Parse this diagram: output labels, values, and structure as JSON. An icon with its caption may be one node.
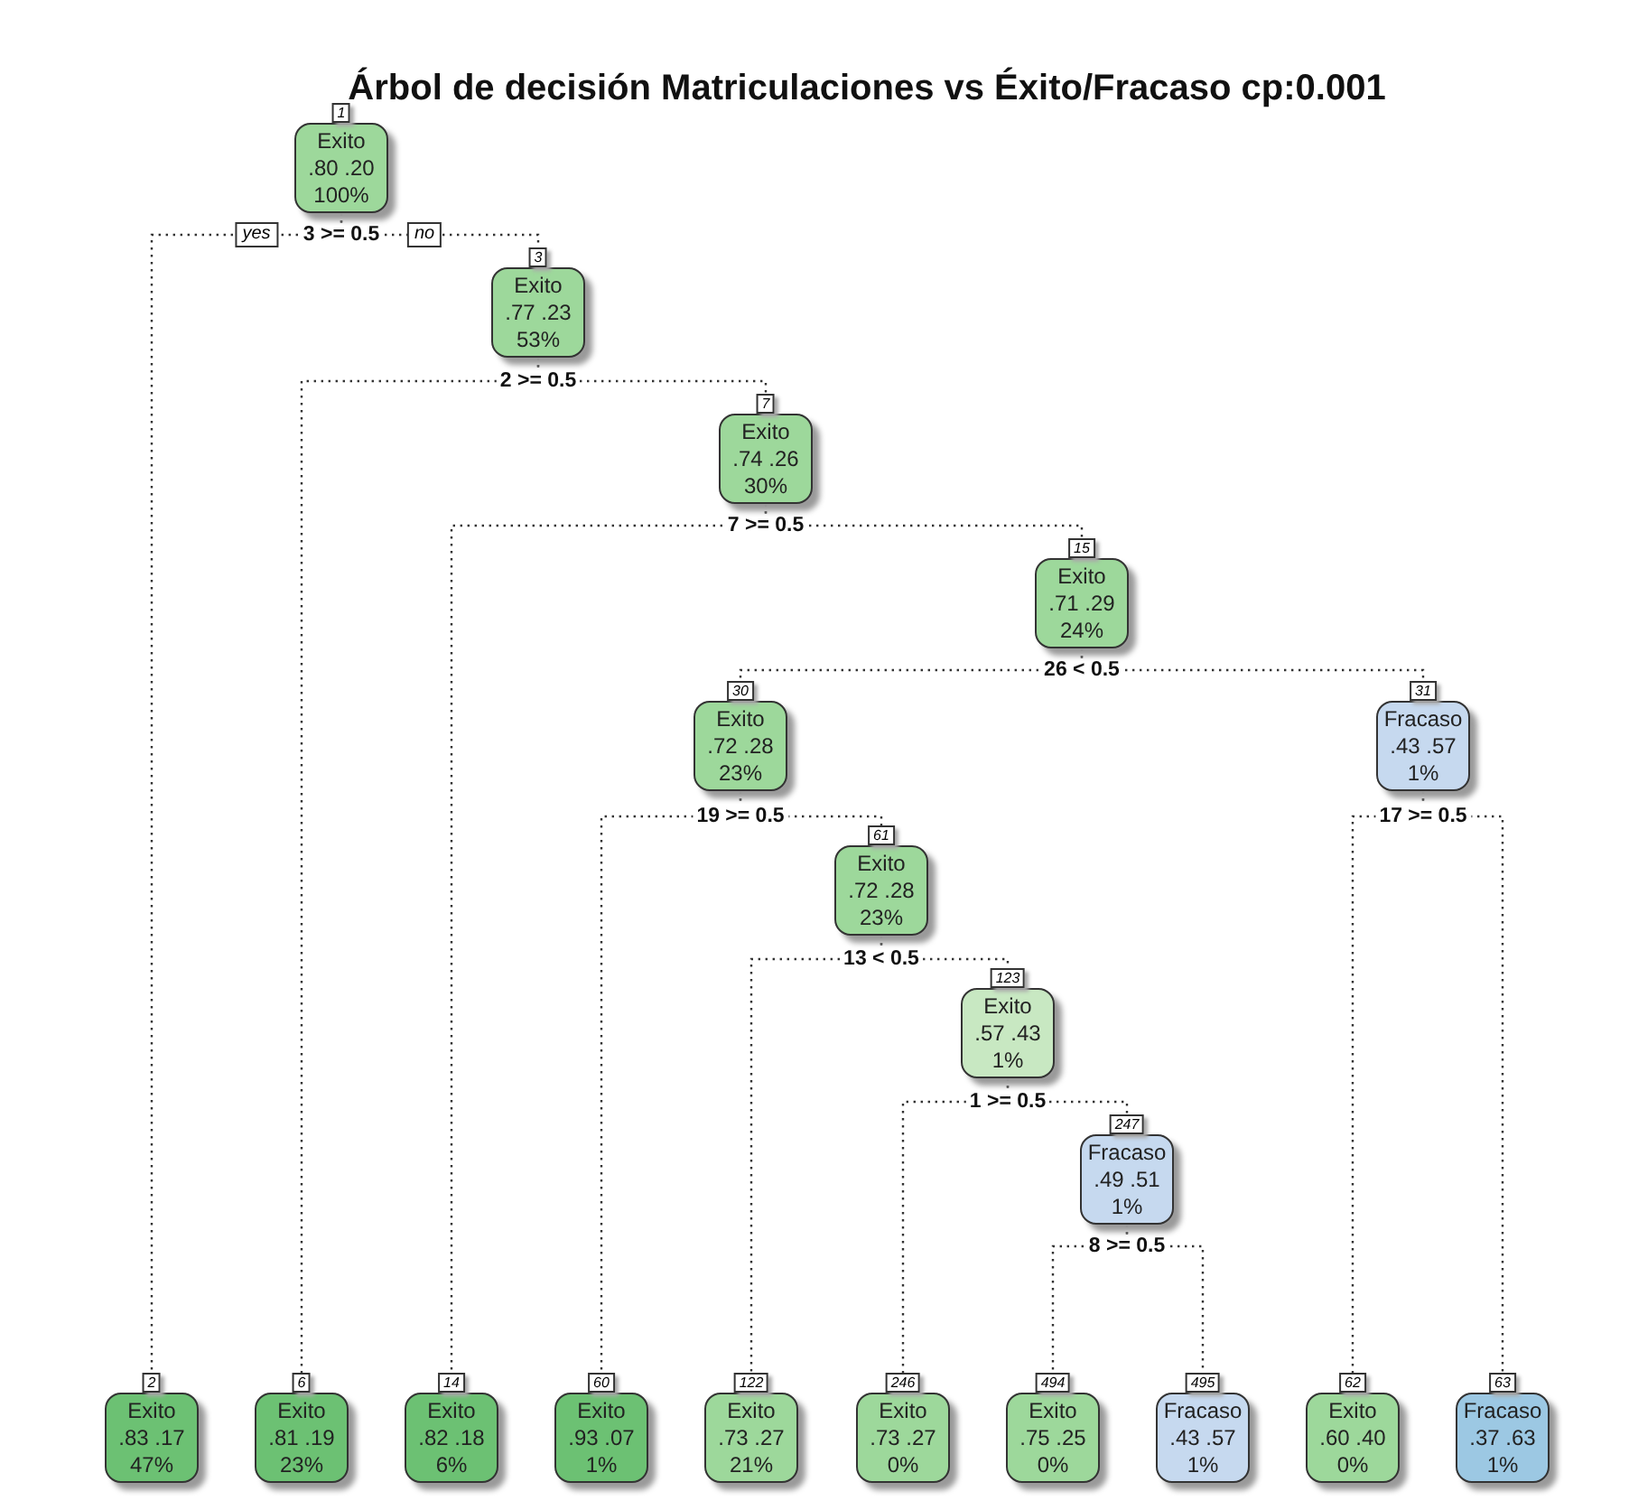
{
  "diagram": {
    "title": "Árbol de decisión Matriculaciones vs Éxito/Fracaso cp:0.001",
    "nodes": [
      {
        "text": [
          "Exito",
          ".80 .20",
          "100%"
        ],
        "beside": [
          "1"
        ]
      },
      {
        "text": [
          "Exito",
          ".83 .17",
          "47%"
        ],
        "beside": [
          "2"
        ]
      },
      {
        "text": [
          "Exito",
          ".77 .23",
          "53%"
        ],
        "beside": [
          "3"
        ]
      },
      {
        "text": [
          "Exito",
          ".81 .19",
          "23%"
        ],
        "beside": [
          "6"
        ]
      },
      {
        "text": [
          "Exito",
          ".74 .26",
          "30%"
        ],
        "beside": [
          "7"
        ]
      },
      {
        "text": [
          "Exito",
          ".82 .18",
          "6%"
        ],
        "beside": [
          "14"
        ]
      },
      {
        "text": [
          "Exito",
          ".71 .29",
          "24%"
        ],
        "beside": [
          "15"
        ]
      },
      {
        "text": [
          "Exito",
          ".72 .28",
          "23%"
        ],
        "beside": [
          "30"
        ]
      },
      {
        "text": [
          "Exito",
          ".93 .07",
          "1%"
        ],
        "beside": [
          "60"
        ]
      },
      {
        "text": [
          "Exito",
          ".72 .28",
          "23%"
        ],
        "beside": [
          "61"
        ]
      },
      {
        "text": [
          "Exito",
          ".73 .27",
          "21%"
        ],
        "beside": [
          "122"
        ]
      },
      {
        "text": [
          "Exito",
          ".57 .43",
          "1%"
        ],
        "beside": [
          "123"
        ]
      },
      {
        "text": [
          "Exito",
          ".73 .27",
          "0%"
        ],
        "beside": [
          "246"
        ]
      },
      {
        "text": [
          "Fracaso",
          ".49 .51",
          "1%"
        ],
        "beside": [
          "247"
        ]
      },
      {
        "text": [
          "Exito",
          ".75 .25",
          "0%"
        ],
        "beside": [
          "494"
        ]
      },
      {
        "text": [
          "Fracaso",
          ".43 .57",
          "1%"
        ],
        "beside": [
          "495"
        ]
      },
      {
        "text": [
          "Fracaso",
          ".43 .57",
          "1%"
        ],
        "beside": [
          "31"
        ]
      },
      {
        "text": [
          "Exito",
          ".60 .40",
          "0%"
        ],
        "beside": [
          "62"
        ]
      },
      {
        "text": [
          "Fracaso",
          ".37 .63",
          "1%"
        ],
        "beside": [
          "63"
        ]
      }
    ],
    "edges": [
      {
        "from": 0,
        "to": 1,
        "arrow": "none",
        "style": "dashed",
        "label": "3 >= 0.5"
      },
      {
        "from": 0,
        "to": 2,
        "arrow": "none",
        "style": "dashed"
      },
      {
        "from": 2,
        "to": 3,
        "arrow": "none",
        "style": "dashed",
        "label": "2 >= 0.5"
      },
      {
        "from": 2,
        "to": 4,
        "arrow": "none",
        "style": "dashed"
      },
      {
        "from": 4,
        "to": 5,
        "arrow": "none",
        "style": "dashed",
        "label": "7 >= 0.5"
      },
      {
        "from": 4,
        "to": 6,
        "arrow": "none",
        "style": "dashed"
      },
      {
        "from": 6,
        "to": 7,
        "arrow": "none",
        "style": "dashed",
        "label": "26 < 0.5"
      },
      {
        "from": 6,
        "to": 16,
        "arrow": "none",
        "style": "dashed"
      },
      {
        "from": 7,
        "to": 8,
        "arrow": "none",
        "style": "dashed",
        "label": "19 >= 0.5"
      },
      {
        "from": 7,
        "to": 9,
        "arrow": "none",
        "style": "dashed"
      },
      {
        "from": 9,
        "to": 10,
        "arrow": "none",
        "style": "dashed",
        "label": "13 < 0.5"
      },
      {
        "from": 9,
        "to": 11,
        "arrow": "none",
        "style": "dashed"
      },
      {
        "from": 11,
        "to": 12,
        "arrow": "none",
        "style": "dashed",
        "label": "1 >= 0.5"
      },
      {
        "from": 11,
        "to": 13,
        "arrow": "none",
        "style": "dashed"
      },
      {
        "from": 13,
        "to": 14,
        "arrow": "none",
        "style": "dashed",
        "label": "8 >= 0.5"
      },
      {
        "from": 13,
        "to": 15,
        "arrow": "none",
        "style": "dashed"
      },
      {
        "from": 16,
        "to": 17,
        "arrow": "none",
        "style": "dashed",
        "label": "17 >= 0.5"
      },
      {
        "from": 16,
        "to": 18,
        "arrow": "none",
        "style": "dashed"
      }
    ],
    "labels": [
      "yes",
      "no"
    ]
  }
}
